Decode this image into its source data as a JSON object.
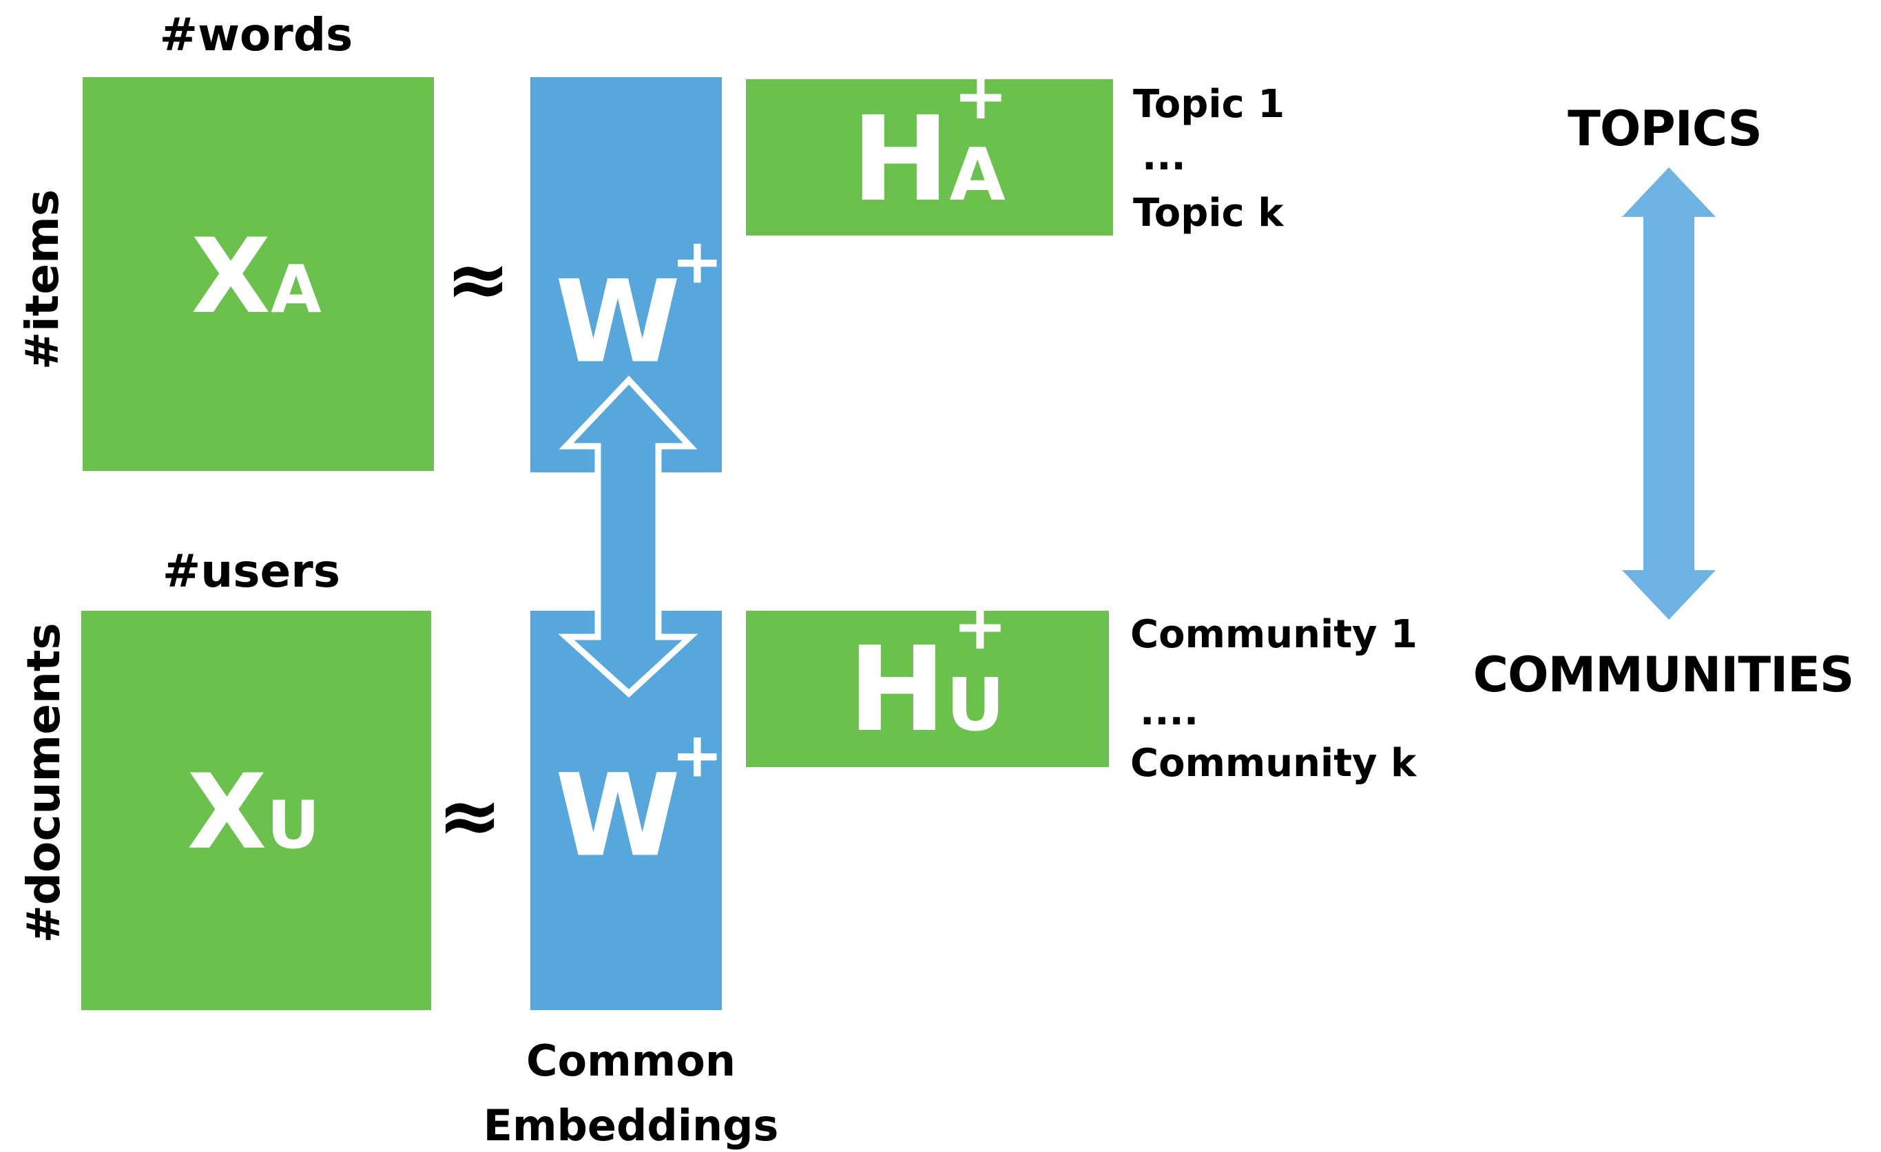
{
  "colors": {
    "green": "#6cc04e",
    "block_blue": "#57a7dd",
    "arrow_blue": "#6fb2e4",
    "text": "#000000",
    "matrix_text": "#ffffff",
    "background": "#ffffff"
  },
  "top_row": {
    "column_label": "#words",
    "row_label": "#items",
    "matrix_x": {
      "base": "X",
      "sub": "A"
    },
    "approx": "≈",
    "matrix_w": {
      "base": "W",
      "sup": "+"
    },
    "matrix_h": {
      "base": "H",
      "sup": "+",
      "sub": "A"
    },
    "output_labels": [
      "Topic 1",
      "...",
      "Topic k"
    ]
  },
  "bottom_row": {
    "column_label": "#users",
    "row_label": "#documents",
    "matrix_x": {
      "base": "X",
      "sub": "U"
    },
    "approx": "≈",
    "matrix_w": {
      "base": "W",
      "sup": "+"
    },
    "matrix_h": {
      "base": "H",
      "sup": "+",
      "sub": "U"
    },
    "output_labels": [
      "Community 1",
      "....",
      "Community k"
    ]
  },
  "common_embeddings": {
    "line1": "Common",
    "line2": "Embeddings"
  },
  "right_panel": {
    "top_heading": "TOPICS",
    "bottom_heading": "COMMUNITIES"
  },
  "icons": {
    "middle_arrow": "double-headed-vertical-arrow",
    "right_arrow": "double-headed-vertical-arrow"
  }
}
